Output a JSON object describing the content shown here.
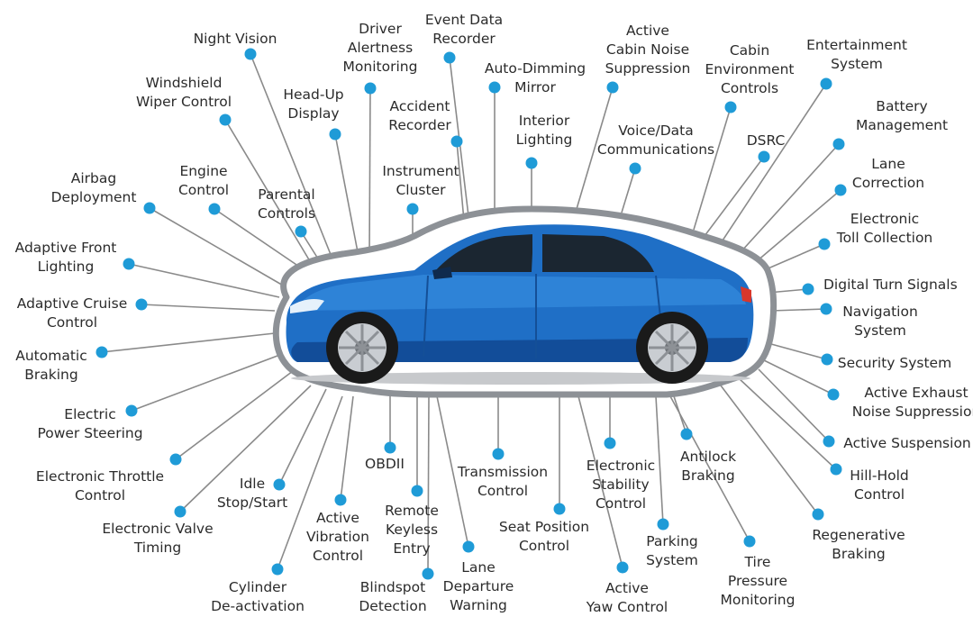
{
  "colors": {
    "dot": "#1f9bd7",
    "leader": "#8a8a8a",
    "outline": "#8d9196",
    "car_body": "#1f6fc6",
    "car_body_light": "#3b94e6",
    "car_body_dark": "#0d3f86",
    "window": "#1b2631",
    "tire": "#1a1a1a",
    "rim": "#c9cdd2",
    "label_text": "#2b2b2b"
  },
  "features": [
    {
      "id": "night-vision",
      "lines": [
        "Night Vision"
      ]
    },
    {
      "id": "windshield-wiper-control",
      "lines": [
        "Windshield",
        "Wiper Control"
      ]
    },
    {
      "id": "driver-alertness-monitoring",
      "lines": [
        "Driver",
        "Alertness",
        "Monitoring"
      ]
    },
    {
      "id": "event-data-recorder",
      "lines": [
        "Event Data",
        "Recorder"
      ]
    },
    {
      "id": "head-up-display",
      "lines": [
        "Head-Up",
        "Display"
      ]
    },
    {
      "id": "accident-recorder",
      "lines": [
        "Accident",
        "Recorder"
      ]
    },
    {
      "id": "auto-dimming-mirror",
      "lines": [
        "Auto-Dimming",
        "Mirror"
      ]
    },
    {
      "id": "active-cabin-noise-suppression",
      "lines": [
        "Active",
        "Cabin Noise",
        "Suppression"
      ]
    },
    {
      "id": "cabin-environment-controls",
      "lines": [
        "Cabin",
        "Environment",
        "Controls"
      ]
    },
    {
      "id": "entertainment-system",
      "lines": [
        "Entertainment",
        "System"
      ]
    },
    {
      "id": "battery-management",
      "lines": [
        "Battery",
        "Management"
      ]
    },
    {
      "id": "interior-lighting",
      "lines": [
        "Interior",
        "Lighting"
      ]
    },
    {
      "id": "voice-data-communications",
      "lines": [
        "Voice/Data",
        "Communications"
      ]
    },
    {
      "id": "dsrc",
      "lines": [
        "DSRC"
      ]
    },
    {
      "id": "lane-correction",
      "lines": [
        "Lane",
        "Correction"
      ]
    },
    {
      "id": "instrument-cluster",
      "lines": [
        "Instrument",
        "Cluster"
      ]
    },
    {
      "id": "airbag-deployment",
      "lines": [
        "Airbag",
        "Deployment"
      ]
    },
    {
      "id": "engine-control",
      "lines": [
        "Engine",
        "Control"
      ]
    },
    {
      "id": "parental-controls",
      "lines": [
        "Parental",
        "Controls"
      ]
    },
    {
      "id": "electronic-toll-collection",
      "lines": [
        "Electronic",
        "Toll Collection"
      ]
    },
    {
      "id": "adaptive-front-lighting",
      "lines": [
        "Adaptive Front",
        "Lighting"
      ]
    },
    {
      "id": "digital-turn-signals",
      "lines": [
        "Digital Turn Signals"
      ]
    },
    {
      "id": "adaptive-cruise-control",
      "lines": [
        "Adaptive Cruise",
        "Control"
      ]
    },
    {
      "id": "navigation-system",
      "lines": [
        "Navigation",
        "System"
      ]
    },
    {
      "id": "automatic-braking",
      "lines": [
        "Automatic",
        "Braking"
      ]
    },
    {
      "id": "security-system",
      "lines": [
        "Security System"
      ]
    },
    {
      "id": "active-exhaust-noise-suppression",
      "lines": [
        "Active Exhaust",
        "Noise Suppression"
      ]
    },
    {
      "id": "electric-power-steering",
      "lines": [
        "Electric",
        "Power Steering"
      ]
    },
    {
      "id": "active-suspension",
      "lines": [
        "Active Suspension"
      ]
    },
    {
      "id": "electronic-throttle-control",
      "lines": [
        "Electronic Throttle",
        "Control"
      ]
    },
    {
      "id": "idle-stop-start",
      "lines": [
        "Idle",
        "Stop/Start"
      ]
    },
    {
      "id": "obdii",
      "lines": [
        "OBDII"
      ]
    },
    {
      "id": "transmission-control",
      "lines": [
        "Transmission",
        "Control"
      ]
    },
    {
      "id": "electronic-stability-control",
      "lines": [
        "Electronic",
        "Stability",
        "Control"
      ]
    },
    {
      "id": "antilock-braking",
      "lines": [
        "Antilock",
        "Braking"
      ]
    },
    {
      "id": "hill-hold-control",
      "lines": [
        "Hill-Hold",
        "Control"
      ]
    },
    {
      "id": "electronic-valve-timing",
      "lines": [
        "Electronic Valve",
        "Timing"
      ]
    },
    {
      "id": "active-vibration-control",
      "lines": [
        "Active",
        "Vibration",
        "Control"
      ]
    },
    {
      "id": "remote-keyless-entry",
      "lines": [
        "Remote",
        "Keyless",
        "Entry"
      ]
    },
    {
      "id": "seat-position-control",
      "lines": [
        "Seat Position",
        "Control"
      ]
    },
    {
      "id": "parking-system",
      "lines": [
        "Parking",
        "System"
      ]
    },
    {
      "id": "regenerative-braking",
      "lines": [
        "Regenerative",
        "Braking"
      ]
    },
    {
      "id": "tire-pressure-monitoring",
      "lines": [
        "Tire",
        "Pressure",
        "Monitoring"
      ]
    },
    {
      "id": "cylinder-deactivation",
      "lines": [
        "Cylinder",
        "De-activation"
      ]
    },
    {
      "id": "blindspot-detection",
      "lines": [
        "Blindspot",
        "Detection"
      ]
    },
    {
      "id": "lane-departure-warning",
      "lines": [
        "Lane",
        "Departure",
        "Warning"
      ]
    },
    {
      "id": "active-yaw-control",
      "lines": [
        "Active",
        "Yaw Control"
      ]
    }
  ]
}
